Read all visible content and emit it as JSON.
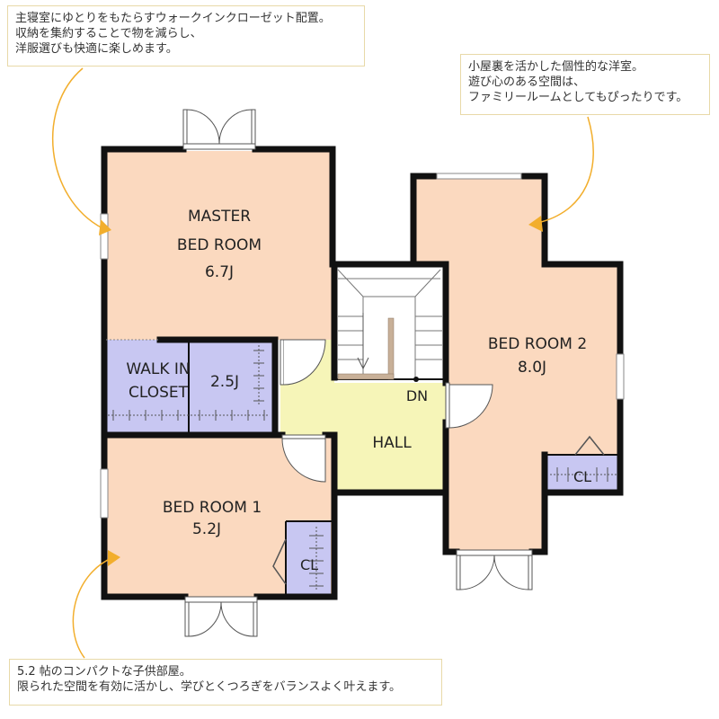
{
  "callouts": {
    "top_left": {
      "line1": "主寝室にゆとりをもたらすウォークインクローゼット配置。",
      "line2": "収納を集約することで物を減らし、",
      "line3": "洋服選びも快適に楽しめます。"
    },
    "top_right": {
      "line1": "小屋裏を活かした個性的な洋室。",
      "line2": "遊び心のある空間は、",
      "line3": "ファミリールームとしてもぴったりです。"
    },
    "bottom_left": {
      "line1": "5.2 帖のコンパクトな子供部屋。",
      "line2": "限られた空間を有効に活かし、学びとくつろぎをバランスよく叶えます。"
    }
  },
  "rooms": {
    "master": {
      "line1": "MASTER",
      "line2": "BED ROOM",
      "size": "6.7J"
    },
    "walkin": {
      "line1": "WALK  IN",
      "line2": "CLOSET",
      "size": "2.5J"
    },
    "hall": {
      "name": "HALL"
    },
    "stairs": {
      "dn": "DN"
    },
    "bed1": {
      "name": "BED ROOM  1",
      "size": "5.2J"
    },
    "bed2": {
      "name": "BED ROOM  2",
      "size": "8.0J"
    },
    "cl1": {
      "name": "CL"
    },
    "cl2": {
      "name": "CL"
    }
  },
  "colors": {
    "room_fill": "#fbd9bf",
    "closet_fill": "#c8c7f2",
    "hall_fill": "#f6f5b8",
    "wall": "#111111",
    "arrow": "#f2ae2c",
    "callout_border": "#e8d9a8"
  }
}
